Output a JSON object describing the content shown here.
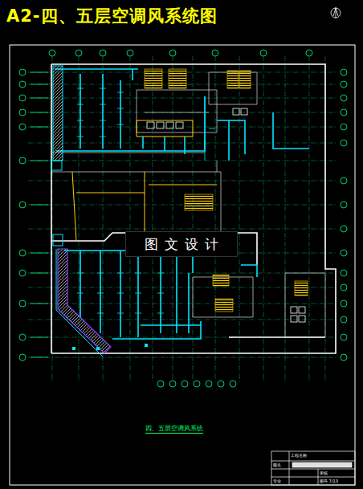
{
  "diagram": {
    "title": "A2-四、五层空调风系统图",
    "caption": "四、五层空调风系统",
    "nodes": [
      {
        "text": [
          "图文设计"
        ]
      }
    ],
    "labels": [
      "工程名称",
      "图名",
      "专业",
      "审核",
      "图号 7/13"
    ]
  }
}
